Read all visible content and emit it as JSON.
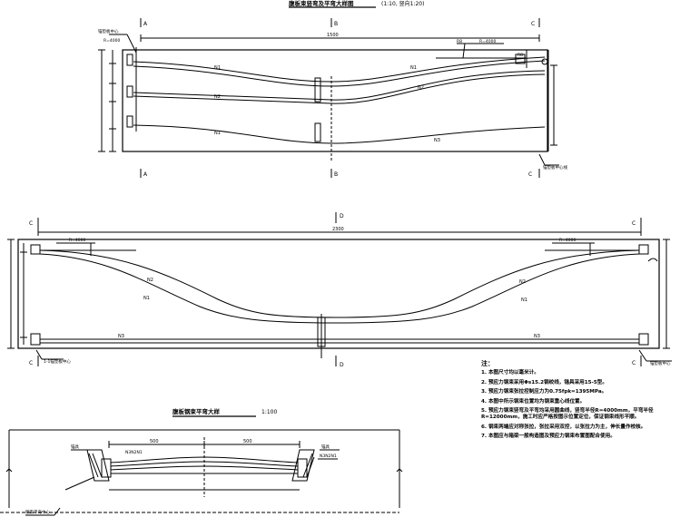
{
  "view1": {
    "title": "腹板束竖弯及平弯大样图",
    "scale": "(1:10, 竖向1:20)",
    "sec_a": "A",
    "sec_b": "B",
    "sec_c": "C",
    "top_dim": "1500",
    "anchor_note": "锚垫板中心",
    "anchor_dim": "R=4000",
    "tendons": [
      "N1",
      "N2",
      "N3"
    ],
    "right_marks": [
      "R8",
      "R8",
      "N1"
    ],
    "right_note": "锚垫板中心线"
  },
  "view2": {
    "sec_c": "C",
    "sec_d": "D",
    "top_dim": "2300",
    "left_note": "1-1锚垫板中心",
    "right_note": "锚垫板中心",
    "curve_labels": [
      "N2",
      "N2",
      "N1",
      "N1",
      "N3",
      "N3"
    ],
    "r_labels": [
      "R=4000",
      "R=4000"
    ],
    "mid_marks": [
      "N3",
      "N2",
      "N1"
    ]
  },
  "view3": {
    "title": "腹板钢束平弯大样",
    "scale": "1:100",
    "dims": [
      "500",
      "500"
    ],
    "labels": [
      "锚具",
      "N3N2N1",
      "锚具",
      "N3N2N1"
    ],
    "corner_note": "钢束平弯中心"
  },
  "notes": {
    "heading": "注：",
    "items": [
      "1. 本图尺寸均以毫米计。",
      "2. 预应力钢束采用Φs15.2钢绞线，锚具采用15-5型。",
      "3. 预应力钢束张拉控制应力为0.75fpk=1395MPa。",
      "4. 本图中所示钢束位置均为钢束重心线位置。",
      "5. 预应力钢束竖弯及平弯均采用圆曲线，竖弯半径R=4000mm，平弯半径R=12000mm，施工时应严格按图示位置定位，保证钢束线形平顺。",
      "6. 钢束两端应对称张拉，张拉采用双控，以张拉力为主，伸长量作校核。",
      "7. 本图应与箱梁一般构造图及预应力钢束布置图配合使用。"
    ]
  }
}
